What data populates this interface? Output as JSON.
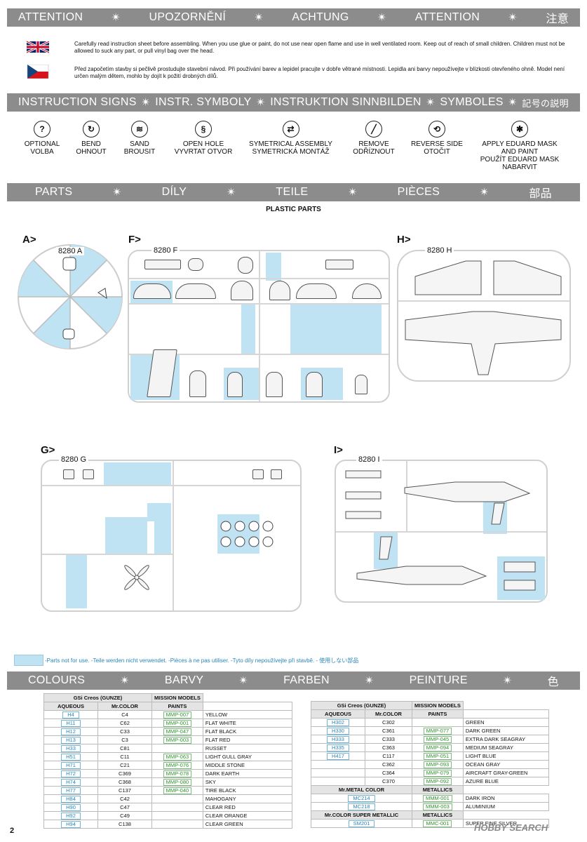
{
  "attention_bar": [
    "ATTENTION",
    "UPOZORNĚNÍ",
    "ACHTUNG",
    "ATTENTION",
    "注意"
  ],
  "warnings": {
    "en": "Carefully read instruction sheet before assembling. When you use glue or paint, do not use near open flame and use in well ventilated room. Keep out of reach of small children. Children must not be allowed to suck any part, or pull vinyl bag over the head.",
    "cz": "Před započetím stavby si pečlivě prostudujte stavební návod. Při používání barev a lepidel pracujte v dobře větrané místnosti. Lepidla ani barvy nepoužívejte v blízkosti otevřeného ohně. Model není určen malým dětem, mohlo by dojít k požití drobných dílů."
  },
  "signs_bar": [
    "INSTRUCTION SIGNS",
    "INSTR. SYMBOLY",
    "INSTRUKTION SINNBILDEN",
    "SYMBOLES",
    "記号の説明"
  ],
  "signs": [
    {
      "icon": "question-icon",
      "glyph": "?",
      "l1": "OPTIONAL",
      "l2": "VOLBA",
      "l3": "",
      "l4": ""
    },
    {
      "icon": "bend-icon",
      "glyph": "↻",
      "l1": "BEND",
      "l2": "OHNOUT",
      "l3": "",
      "l4": ""
    },
    {
      "icon": "sand-icon",
      "glyph": "≋",
      "l1": "SAND",
      "l2": "BROUSIT",
      "l3": "",
      "l4": ""
    },
    {
      "icon": "drill-icon",
      "glyph": "§",
      "l1": "OPEN HOLE",
      "l2": "VYVRTAT OTVOR",
      "l3": "",
      "l4": ""
    },
    {
      "icon": "symmetric-icon",
      "glyph": "⇄",
      "l1": "SYMETRICAL ASSEMBLY",
      "l2": "SYMETRICKÁ MONTÁŽ",
      "l3": "",
      "l4": ""
    },
    {
      "icon": "knife-icon",
      "glyph": "╱",
      "l1": "REMOVE",
      "l2": "ODŘÍZNOUT",
      "l3": "",
      "l4": ""
    },
    {
      "icon": "reverse-icon",
      "glyph": "⟲",
      "l1": "REVERSE SIDE",
      "l2": "OTOČIT",
      "l3": "",
      "l4": ""
    },
    {
      "icon": "mask-icon",
      "glyph": "✱",
      "l1": "APPLY EDUARD MASK",
      "l2": "AND PAINT",
      "l3": "POUŽÍT EDUARD MASK",
      "l4": "NABARVIT"
    }
  ],
  "parts_bar": [
    "PARTS",
    "DÍLY",
    "TEILE",
    "PIÈCES",
    "部品"
  ],
  "plastic_parts": "PLASTIC PARTS",
  "sprues": {
    "A": {
      "label": "A>",
      "name": "8280 A"
    },
    "F": {
      "label": "F>",
      "name": "8280 F"
    },
    "H": {
      "label": "H>",
      "name": "8280 H"
    },
    "G": {
      "label": "G>",
      "name": "8280 G"
    },
    "I": {
      "label": "I>",
      "name": "8280 I"
    }
  },
  "not_for_use": "-Parts not for use. -Teile werden nicht verwendet. -Pièces à ne pas utiliser. -Tyto díly nepoužívejte při stavbě. -  使用しない部品",
  "colours_bar": [
    "COLOURS",
    "BARVY",
    "FARBEN",
    "PEINTURE",
    "色"
  ],
  "left_table": {
    "group": "GSi Creos (GUNZE)",
    "mission": "MISSION MODELS",
    "cols": [
      "AQUEOUS",
      "Mr.COLOR",
      "PAINTS"
    ],
    "rows": [
      [
        "H4",
        "C4",
        "MMP-007",
        "YELLOW"
      ],
      [
        "H11",
        "C62",
        "MMP-001",
        "FLAT WHITE"
      ],
      [
        "H12",
        "C33",
        "MMP-047",
        "FLAT BLACK"
      ],
      [
        "H13",
        "C3",
        "MMP-003",
        "FLAT RED"
      ],
      [
        "H33",
        "C81",
        "",
        "RUSSET"
      ],
      [
        "H51",
        "C11",
        "MMP-063",
        "LIGHT GULL GRAY"
      ],
      [
        "H71",
        "C21",
        "MMP-076",
        "MIDDLE STONE"
      ],
      [
        "H72",
        "C369",
        "MMP-078",
        "DARK EARTH"
      ],
      [
        "H74",
        "C368",
        "MMP-080",
        "SKY"
      ],
      [
        "H77",
        "C137",
        "MMP-040",
        "TIRE BLACK"
      ],
      [
        "H84",
        "C42",
        "",
        "MAHOGANY"
      ],
      [
        "H90",
        "C47",
        "",
        "CLEAR RED"
      ],
      [
        "H92",
        "C49",
        "",
        "CLEAR ORANGE"
      ],
      [
        "H94",
        "C138",
        "",
        "CLEAR GREEN"
      ]
    ]
  },
  "right_table": {
    "group": "GSi Creos (GUNZE)",
    "mission": "MISSION MODELS",
    "cols": [
      "AQUEOUS",
      "Mr.COLOR",
      "PAINTS"
    ],
    "rows": [
      [
        "H302",
        "C302",
        "",
        "GREEN"
      ],
      [
        "H330",
        "C361",
        "MMP-077",
        "DARK GREEN"
      ],
      [
        "H333",
        "C333",
        "MMP-045",
        "EXTRA DARK SEAGRAY"
      ],
      [
        "H335",
        "C363",
        "MMP-094",
        "MEDIUM SEAGRAY"
      ],
      [
        "H417",
        "C117",
        "MMP-051",
        "LIGHT BLUE"
      ],
      [
        "",
        "C362",
        "MMP-093",
        "OCEAN GRAY"
      ],
      [
        "",
        "C364",
        "MMP-079",
        "AIRCRAFT GRAY-GREEN"
      ],
      [
        "",
        "C370",
        "MMP-092",
        "AZURE BLUE"
      ]
    ],
    "metal_hdr": "Mr.METAL COLOR",
    "metallics": "METALLICS",
    "metal_rows": [
      [
        "MC214",
        "MMM-001",
        "DARK IRON"
      ],
      [
        "MC218",
        "MMM-003",
        "ALUMINIUM"
      ]
    ],
    "super_hdr": "Mr.COLOR SUPER METALLIC",
    "super_rows": [
      [
        "SM201",
        "MMC-001",
        "SUPER FINE SILVER"
      ]
    ]
  },
  "page_number": "2",
  "watermark": "HOBBY SEARCH",
  "colors": {
    "bar": "#8c8c8c",
    "highlight": "#bfe3f3",
    "aqueous_box": "#2a86b8",
    "mission_box": "#2f8f2f"
  }
}
